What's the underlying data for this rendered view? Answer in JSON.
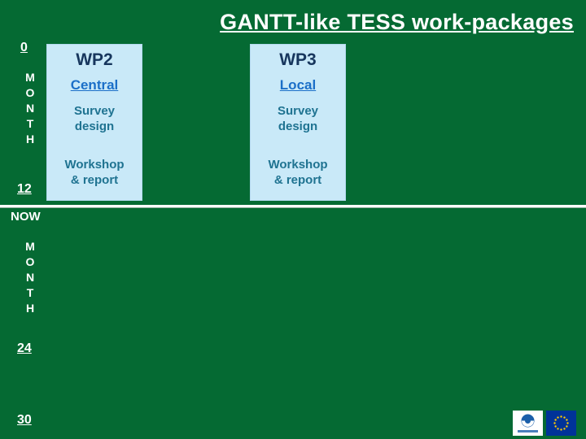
{
  "title": "GANTT-like TESS work-packages",
  "timeline": {
    "start_label": "0",
    "month_top": "M\nO\nN\nT\nH",
    "mid_label": "12",
    "now_label": "NOW",
    "month_bottom": "M\nO\nN\nT\nH",
    "label_24": "24",
    "label_30": "30"
  },
  "packages": [
    {
      "title": "WP2",
      "subtitle": "Central",
      "tasks": [
        "Survey design",
        "Workshop & report"
      ]
    },
    {
      "title": "WP3",
      "subtitle": "Local",
      "tasks": [
        "Survey design",
        "Workshop & report"
      ]
    }
  ],
  "colors": {
    "background_green": "#056A33",
    "box_blue": "#C9E9F8",
    "wp_title_navy": "#17365D",
    "subtitle_blue": "#1B6FC8",
    "task_teal": "#1F7391",
    "now_line_white": "#FFFFFF",
    "eu_flag_blue": "#003399",
    "eu_star_yellow": "#FFCC00"
  }
}
